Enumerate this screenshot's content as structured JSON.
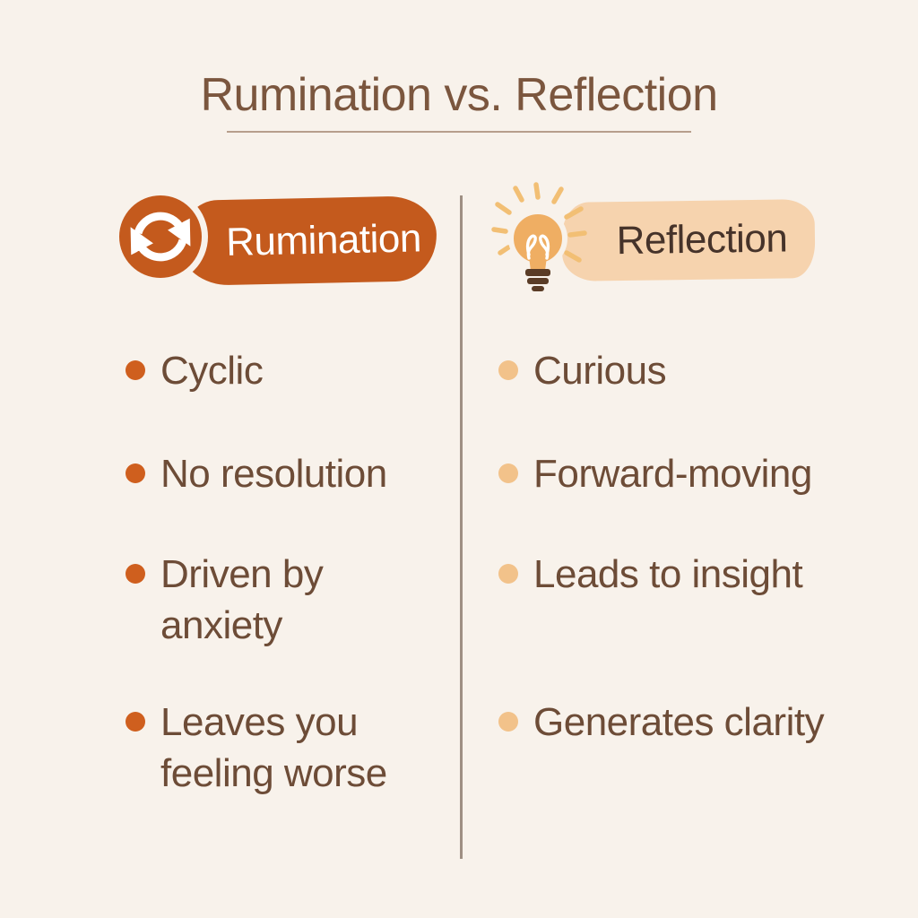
{
  "title": {
    "text": "Rumination vs. Reflection"
  },
  "left_column": {
    "header": {
      "label": "Rumination",
      "icon": "cycle-icon"
    },
    "items": [
      {
        "line1": "Cyclic"
      },
      {
        "line1": "No resolution"
      },
      {
        "line1": "Driven by",
        "line2": "anxiety"
      },
      {
        "line1": "Leaves you",
        "line2": "feeling worse"
      }
    ]
  },
  "right_column": {
    "header": {
      "label": "Reflection",
      "icon": "lightbulb-icon"
    },
    "items": [
      {
        "line1": "Curious"
      },
      {
        "line1": "Forward-moving"
      },
      {
        "line1": "Leads to insight"
      },
      {
        "line1": "Generates clarity"
      }
    ]
  },
  "colors": {
    "background": "#f8f2eb",
    "title_text": "#7b563e",
    "title_underline": "#b79e8c",
    "divider": "#8f7e71",
    "rumination_accent": "#c45a1d",
    "rumination_bullet": "#cf5f1e",
    "rumination_label_text": "#ffffff",
    "reflection_pill": "#f6d3ae",
    "reflection_bullet": "#f2c28a",
    "reflection_label_text": "#46332a",
    "body_text": "#6d4c37",
    "bulb_yellow": "#efae63",
    "ray_yellow": "#f2bf74",
    "bulb_base_brown": "#5a3c26"
  }
}
